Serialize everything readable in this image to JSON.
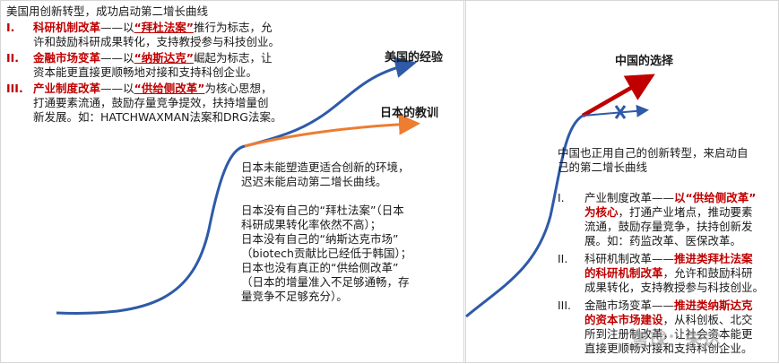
{
  "left": {
    "intro": "美国用创新转型，成功启动第二增长曲线",
    "items": [
      {
        "num": "I.",
        "head": "科研机制改革",
        "mid": "——以",
        "em": "“拜杜法案”",
        "tail1": "推行为标志，允",
        "line2": "许和鼓励科研成果转化，支持教授参与科技创业。"
      },
      {
        "num": "II.",
        "head": "金融市场变革",
        "mid": "——以",
        "em": "“纳斯达克”",
        "tail1": "崛起为标志，让",
        "line2": "资本能更直接更顺畅地对接和支持科创企业。"
      },
      {
        "num": "III.",
        "head": "产业制度改革",
        "mid": "——以",
        "em": "“供给侧改革”",
        "tail1": "为核心思想，",
        "line2": "打通要素流通，鼓励存量竞争提效，扶持增量创",
        "line3": "新发展。如：HATCHWAXMAN法案和DRG法案。"
      }
    ],
    "label_us": "美国的经验",
    "label_jp": "日本的教训",
    "japan_text": [
      "日本未能塑造更适合创新的环境，",
      "迟迟未能启动第二增长曲线。",
      "",
      "日本没有自己的“拜杜法案”（日本",
      "科研成果转化率依然不高）；",
      "日本没有自己的“纳斯达克市场”",
      "（biotech贡献比已经低于韩国）；",
      "日本也没有真正的“供给侧改革”",
      "（日本的增量准入不足够通畅，存",
      "量竞争不足够充分）。"
    ]
  },
  "right": {
    "title": "中国的选择",
    "intro_line1": "中国也正用自己的创新转型，来启动自",
    "intro_line2": "己的第二增长曲线",
    "items": [
      {
        "num": "I.",
        "pre": "产业制度改革——",
        "em1": "以“供给侧改革”",
        "em2": "为核心",
        "rest1": "，打通产业堵点，推动要素",
        "line3": "流通，鼓励存量竞争，扶持创新发",
        "line4": "展。如：药监改革、医保改革。"
      },
      {
        "num": "II.",
        "pre": "科研机制改革——",
        "em1": "推进类拜杜法案",
        "em2": "的科研机制改革",
        "rest1": "，允许和鼓励科研",
        "line3": "成果转化，支持教授参与科技创业。"
      },
      {
        "num": "III.",
        "pre": "金融市场变革——",
        "em1": "推进类纳斯达克",
        "em2": "的资本市场建设",
        "rest1": "，从科创板、北交",
        "line3": "所到注册制改革，让社会资本能更",
        "line4": "直接更顺畅对接和支持科创企业。"
      }
    ],
    "watermark": "雪球：朱达"
  },
  "colors": {
    "accent_red": "#c00000",
    "curve_blue": "#2e5aa8",
    "japan_orange": "#ed7d31",
    "china_red": "#c00000"
  }
}
